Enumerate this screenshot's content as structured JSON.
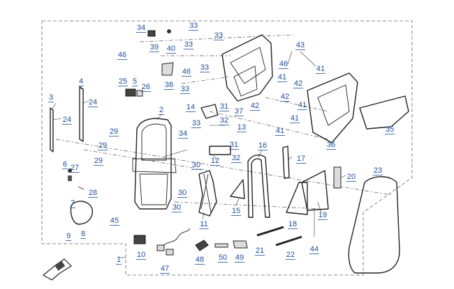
{
  "callouts": {
    "c1": "1",
    "c2": "2",
    "c3": "3",
    "c4": "4",
    "c5": "5",
    "c6": "6",
    "c7": "7",
    "c8": "8",
    "c9": "9",
    "c11": "11",
    "c12": "12",
    "c13": "13",
    "c14": "14",
    "c15": "15",
    "c16": "16",
    "c17": "17",
    "c18": "18",
    "c19": "19",
    "c20": "20",
    "c21": "21",
    "c22": "22",
    "c23": "23",
    "c24a": "24",
    "c24b": "24",
    "c25": "25",
    "c26": "26",
    "c27": "27",
    "c28": "28",
    "c29a": "29",
    "c29b": "29",
    "c29c": "29",
    "c30a": "30",
    "c30b": "30",
    "c30c": "30",
    "c31a": "31",
    "c31b": "31",
    "c32a": "32",
    "c32b": "32",
    "c33a": "33",
    "c33b": "33",
    "c33c": "33",
    "c33d": "33",
    "c33e": "33",
    "c33f": "33",
    "c34a": "34",
    "c34b": "34",
    "c35": "35",
    "c36": "36",
    "c37": "37",
    "c38": "38",
    "c39": "39",
    "c40": "40",
    "c41a": "41",
    "c41b": "41",
    "c41c": "41",
    "c41d": "41",
    "c41e": "41",
    "c42a": "42",
    "c42b": "42",
    "c42c": "42",
    "c43": "43",
    "c44": "44",
    "c45": "45",
    "c46a": "46",
    "c46b": "46",
    "c46c": "46",
    "c47": "47",
    "c48": "48",
    "c49": "49",
    "c50": "50",
    "c10": "10"
  },
  "icons": {
    "front_arrow": "front-arrow-icon"
  }
}
